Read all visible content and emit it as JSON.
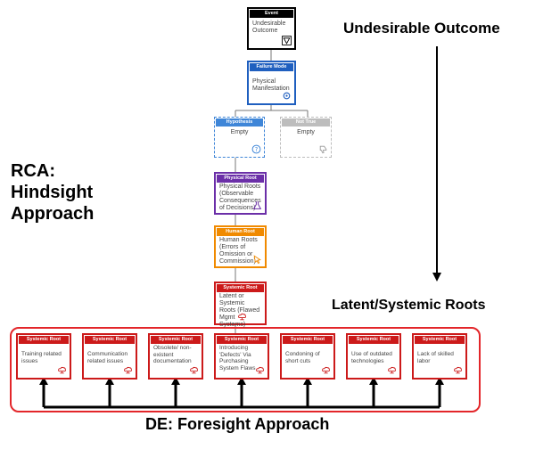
{
  "labels": {
    "undesirable_outcome": "Undesirable Outcome",
    "rca_line1": "RCA:",
    "rca_line2": "Hindsight",
    "rca_line3": "Approach",
    "latent_systemic": "Latent/Systemic Roots",
    "de_foresight": "DE: Foresight Approach"
  },
  "nodes": {
    "event": {
      "header": "Event",
      "text": "Undesirable Outcome"
    },
    "failure_mode": {
      "header": "Failure Mode",
      "text": "Physical Manifestation"
    },
    "hypothesis": {
      "header": "Hypothesis",
      "text": "Empty"
    },
    "not_true": {
      "header": "Not True",
      "text": "Empty"
    },
    "physical_root": {
      "header": "Physical Root",
      "text": "Physical Roots (Observable Consequences of Decisions)"
    },
    "human_root": {
      "header": "Human Root",
      "text": "Human Roots (Errors of Omission or Commission)"
    },
    "systemic_root": {
      "header": "Systemic Root",
      "text": "Latent or Systemic Roots (Flawed Mgmt Systems)"
    }
  },
  "systemic_roots": [
    {
      "header": "Systemic Root",
      "text": "Training related issues"
    },
    {
      "header": "Systemic Root",
      "text": "Communication related issues"
    },
    {
      "header": "Systemic Root",
      "text": "Obsolete/ non-existent documentation"
    },
    {
      "header": "Systemic Root",
      "text": "Introducing 'Defects' Via Purchasing System Flaws"
    },
    {
      "header": "Systemic Root",
      "text": "Condoning of short cuts"
    },
    {
      "header": "Systemic Root",
      "text": "Use of outdated technologies"
    },
    {
      "header": "Systemic Root",
      "text": "Lack of skilled labor"
    }
  ],
  "colors": {
    "event": "#000000",
    "failure_mode": "#1f5fbf",
    "hypothesis": "#3f86d8",
    "not_true": "#bdbdbd",
    "physical_root": "#6b2fa8",
    "human_root": "#f08a00",
    "systemic_root": "#cc1a1a"
  }
}
